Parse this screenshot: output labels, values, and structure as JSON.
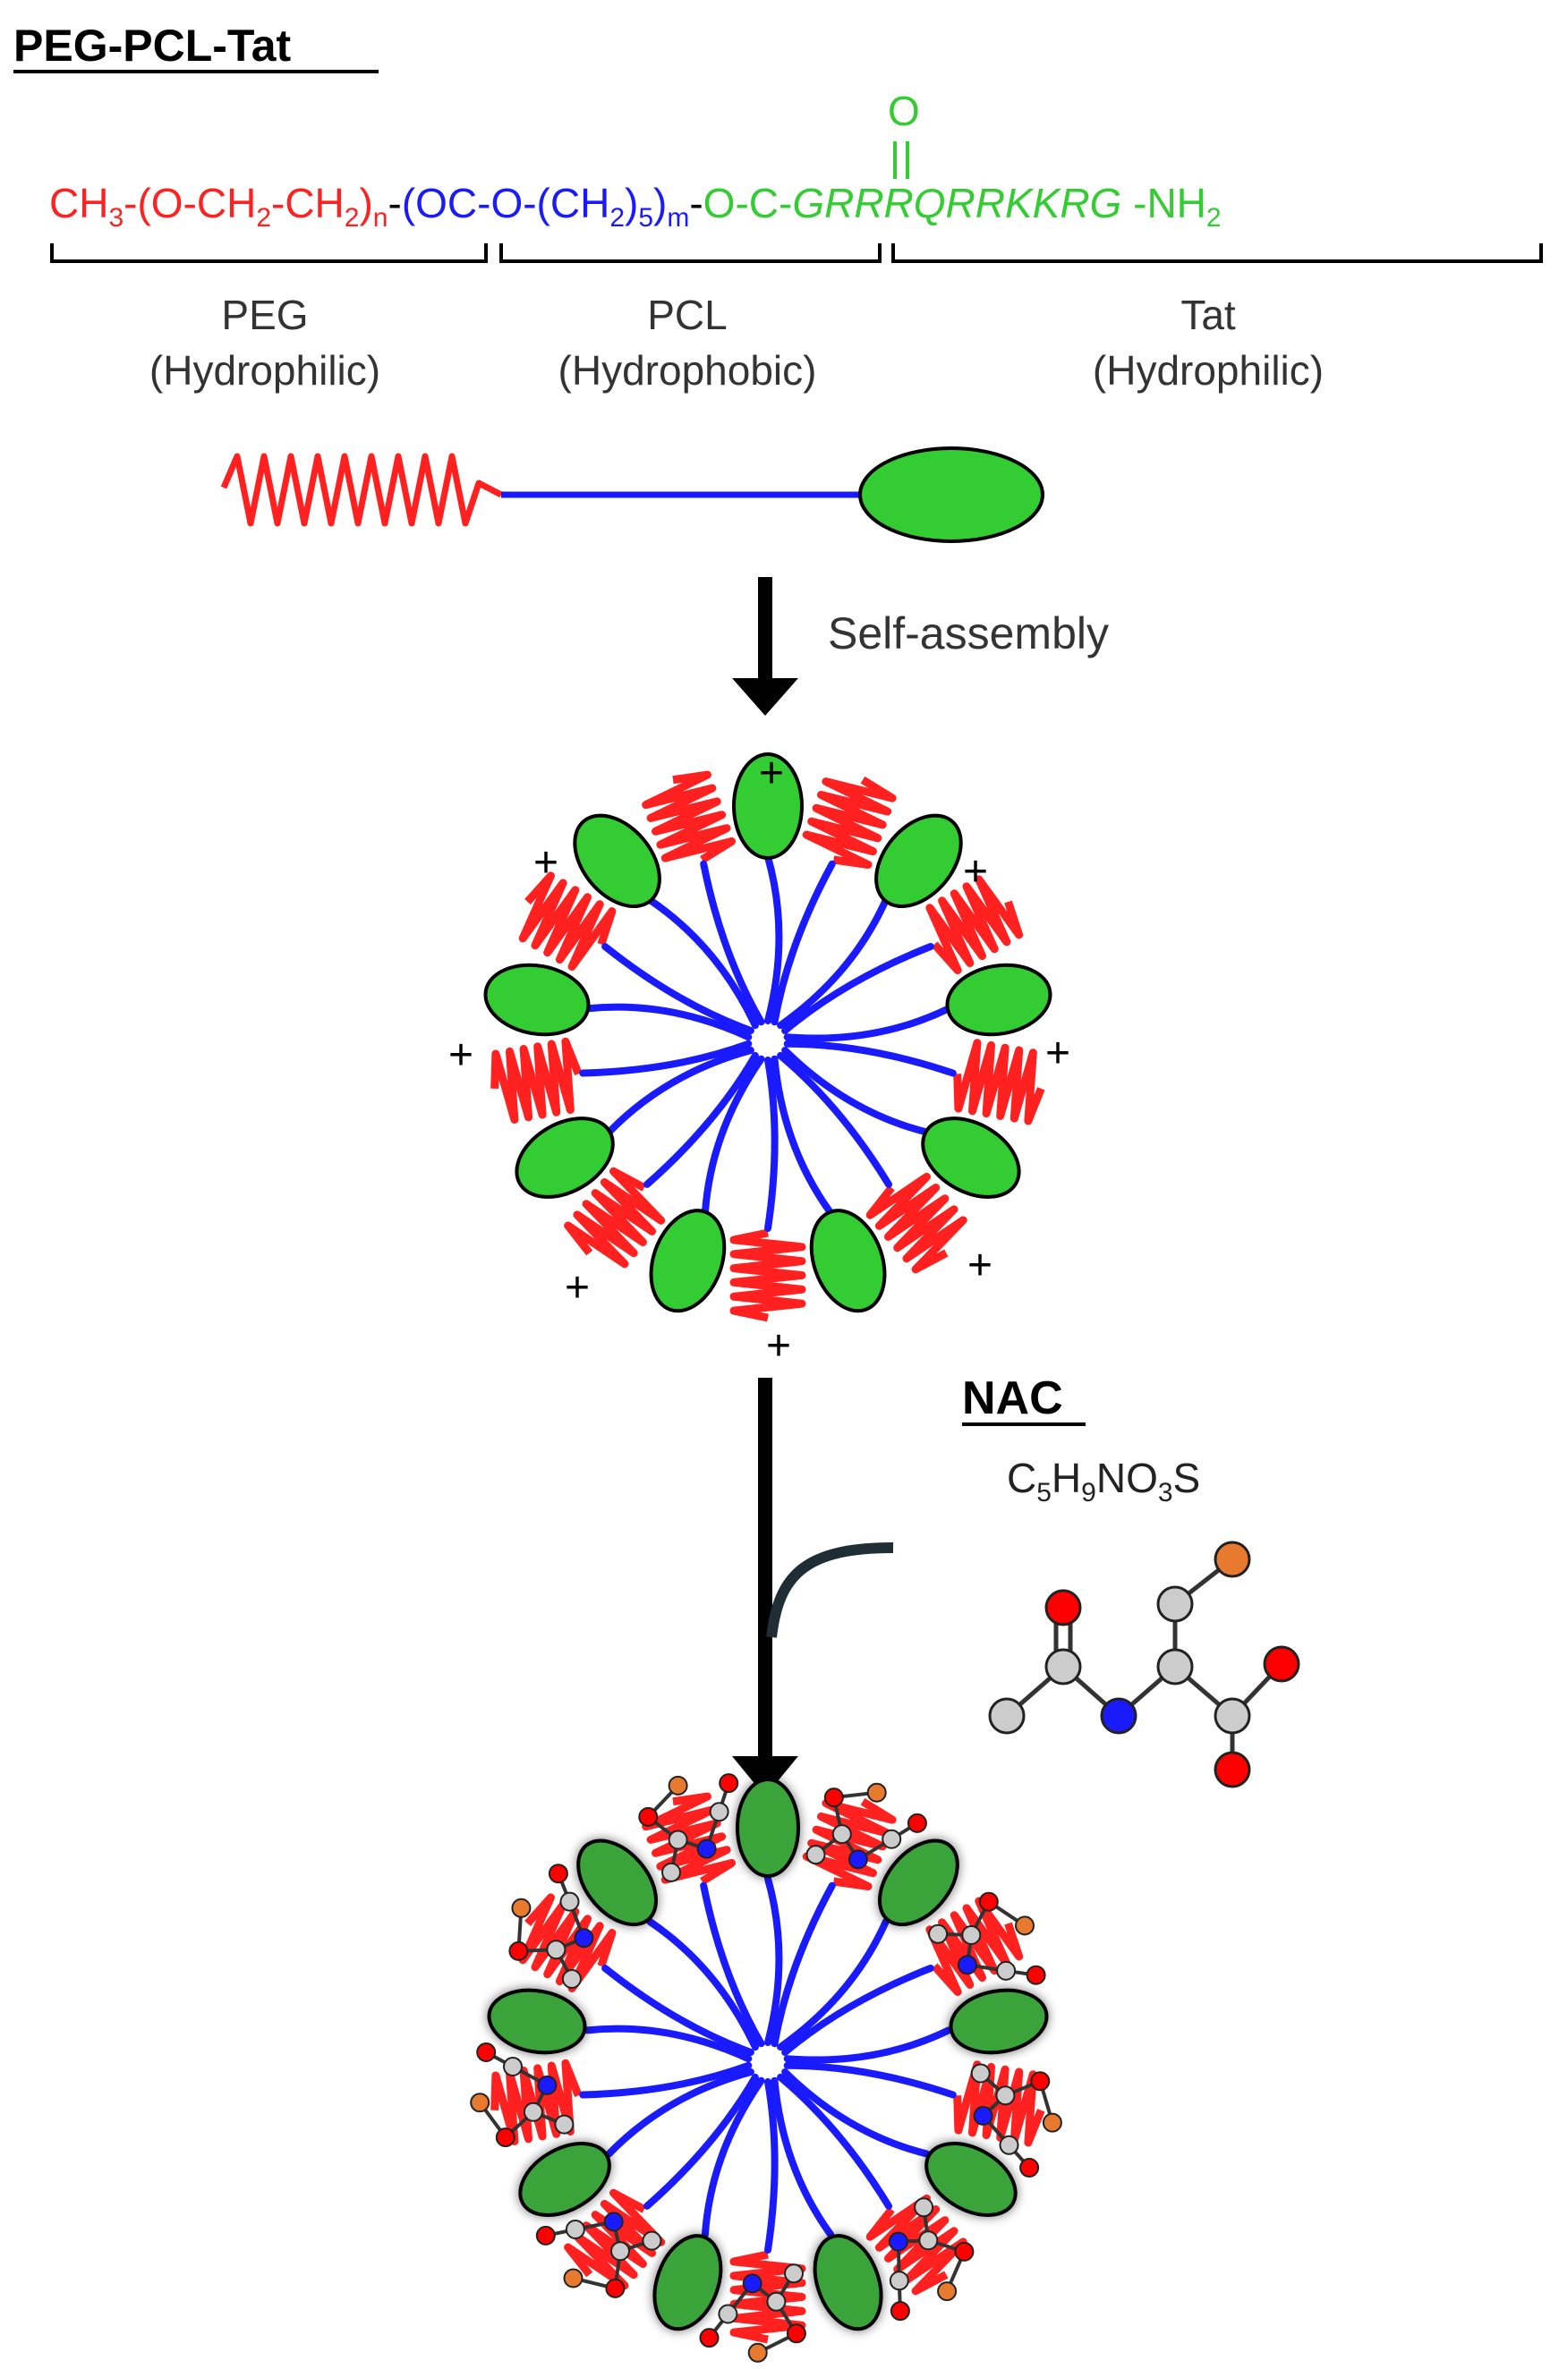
{
  "title": "PEG-PCL-Tat",
  "formula": {
    "peg_a": "CH",
    "peg_sub1": "3",
    "peg_b": "-(O-CH",
    "peg_sub2": "2",
    "peg_c": "-CH",
    "peg_sub3": "2",
    "peg_d": ")",
    "peg_sub_n": "n",
    "dash1": "-",
    "pcl_a": "(OC-O-(CH",
    "pcl_sub1": "2",
    "pcl_b": ")",
    "pcl_sub5": "5",
    "pcl_c": ")",
    "pcl_sub_m": "m",
    "dash2": "-",
    "tat_a": "O-C-",
    "tat_seq": "GRRRQRRKKRG",
    "tat_b": " -NH",
    "tat_sub2": "2",
    "carbonyl_o": "O"
  },
  "blocks": [
    {
      "name": "PEG",
      "property": "(Hydrophilic)"
    },
    {
      "name": "PCL",
      "property": "(Hydrophobic)"
    },
    {
      "name": "Tat",
      "property": "(Hydrophilic)"
    }
  ],
  "step1_label": "Self-assembly",
  "charge_symbol": "+",
  "nac": {
    "title": "NAC",
    "formula_C": "C",
    "formula_5": "5",
    "formula_H": "H",
    "formula_9": "9",
    "formula_NO": "NO",
    "formula_3": "3",
    "formula_S": "S"
  },
  "colors": {
    "peg": "#ff2020",
    "pcl": "#1a1aff",
    "tat": "#33cc33",
    "tat_fill": "#33cc33",
    "arrow": "#000000",
    "carbon": "#cccccc",
    "oxygen": "#ff0000",
    "nitrogen": "#1a1aff",
    "sulfur": "#e87a30"
  }
}
